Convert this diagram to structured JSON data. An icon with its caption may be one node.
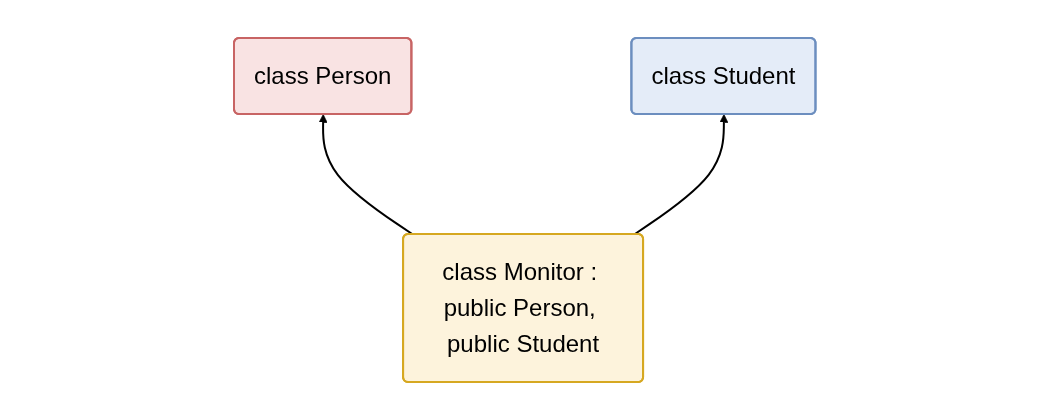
{
  "diagram": {
    "nodes": [
      {
        "text": [
          "class Person"
        ]
      },
      {
        "text": [
          "class Student"
        ]
      },
      {
        "text": [
          "class Monitor : public Person, public Student"
        ]
      }
    ],
    "edges": [
      {
        "from": 2,
        "to": 0,
        "arrow": "to"
      },
      {
        "from": 2,
        "to": 1,
        "arrow": "to"
      }
    ]
  }
}
